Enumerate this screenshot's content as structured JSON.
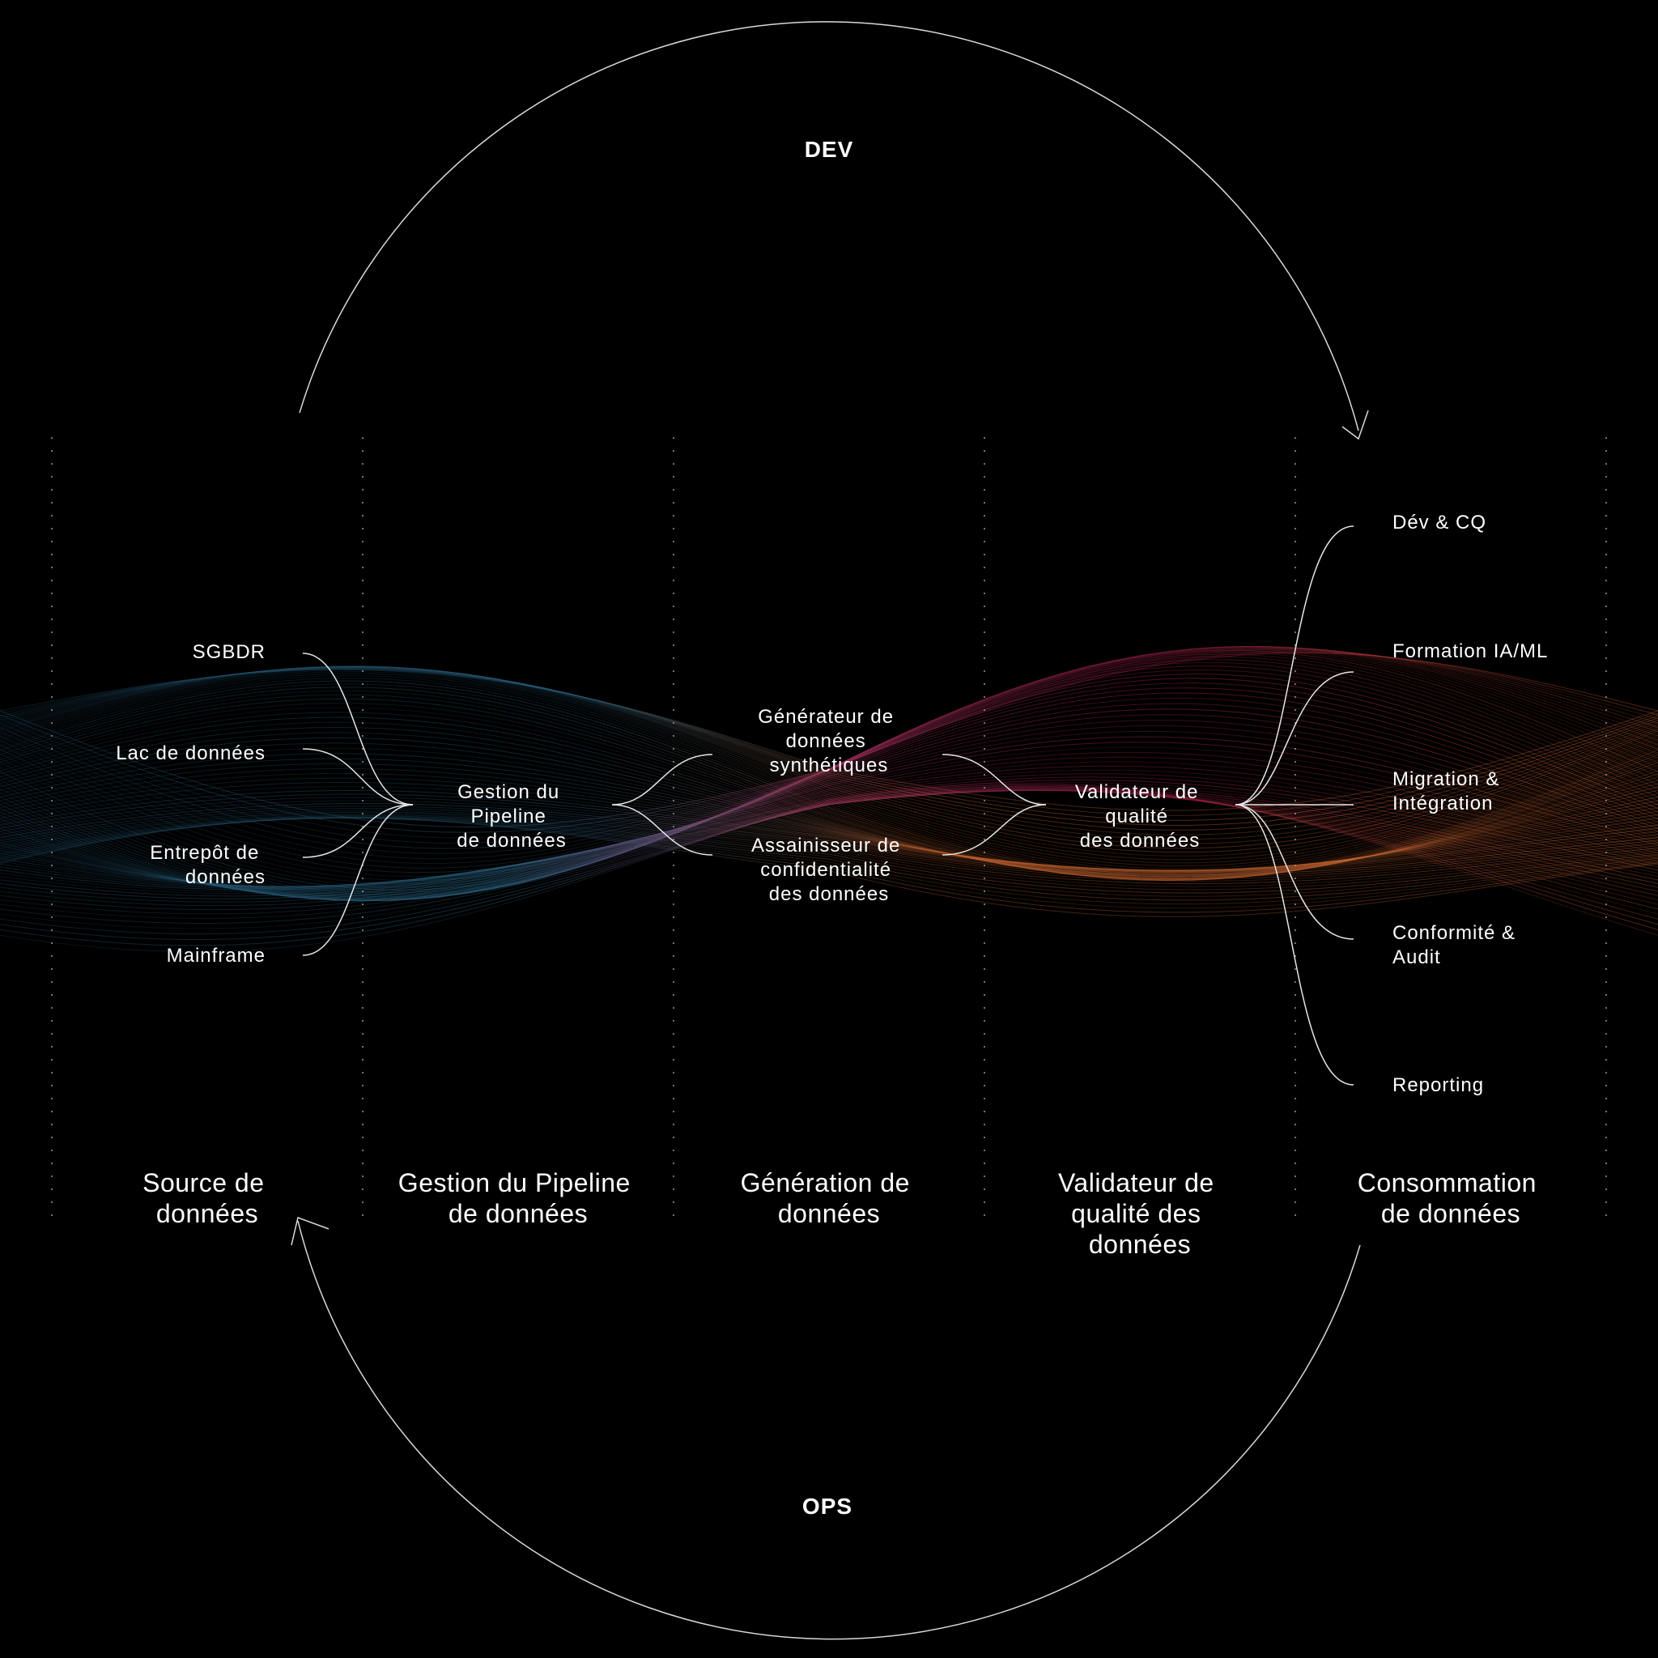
{
  "cycle": {
    "dev": "DEV",
    "ops": "OPS"
  },
  "colors": {
    "background": "#000000",
    "line": "#ffffff",
    "flow_blue": "#2d6a8c",
    "flow_crimson": "#b0245a",
    "flow_orange": "#c8622a"
  },
  "sources": [
    {
      "lines": [
        "SGBDR"
      ]
    },
    {
      "lines": [
        "Lac de données"
      ]
    },
    {
      "lines": [
        "Entrepôt de",
        "données"
      ]
    },
    {
      "lines": [
        "Mainframe"
      ]
    }
  ],
  "pipeline_node": {
    "lines": [
      "Gestion du",
      "Pipeline",
      "de données"
    ]
  },
  "generation_nodes": [
    {
      "lines": [
        "Générateur de",
        "données",
        "synthétiques"
      ]
    },
    {
      "lines": [
        "Assainisseur de",
        "confidentialité",
        "des données"
      ]
    }
  ],
  "validator_node": {
    "lines": [
      "Validateur de",
      "qualité",
      "des données"
    ]
  },
  "consumers": [
    {
      "lines": [
        "Dév & CQ"
      ]
    },
    {
      "lines": [
        "Formation IA/ML"
      ]
    },
    {
      "lines": [
        "Migration &",
        "Intégration"
      ]
    },
    {
      "lines": [
        "Conformité &",
        "Audit"
      ]
    },
    {
      "lines": [
        "Reporting"
      ]
    }
  ],
  "stages": [
    {
      "lines": [
        "Source de",
        "données"
      ]
    },
    {
      "lines": [
        "Gestion du Pipeline",
        "de données"
      ]
    },
    {
      "lines": [
        "Génération de",
        "données"
      ]
    },
    {
      "lines": [
        "Validateur de",
        "qualité des",
        "données"
      ]
    },
    {
      "lines": [
        "Consommation",
        "de données"
      ]
    }
  ]
}
